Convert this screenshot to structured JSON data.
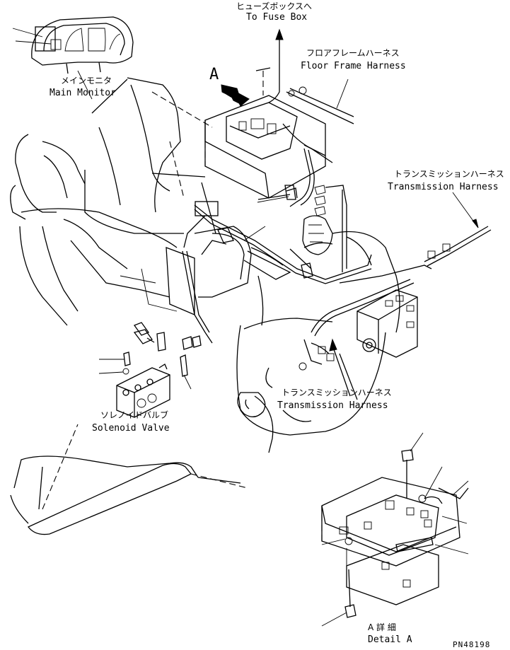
{
  "labels": {
    "fuse_box_jp": "ヒューズボックスへ",
    "fuse_box_en": "To Fuse Box",
    "main_monitor_jp": "メインモニタ",
    "main_monitor_en": "Main Monitor",
    "floor_frame_jp": "フロアフレームハーネス",
    "floor_frame_en": "Floor Frame Harness",
    "transmission_jp": "トランスミッションハーネス",
    "transmission_en": "Transmission Harness",
    "transmission2_jp": "トランスミッションハーネス",
    "transmission2_en": "Transmission Harness",
    "solenoid_jp": "ソレノイドバルブ",
    "solenoid_en": "Solenoid Valve",
    "view_letter": "A",
    "detail_jp": "A 詳 細",
    "detail_en": "Detail A",
    "part_code": "PN48198"
  }
}
